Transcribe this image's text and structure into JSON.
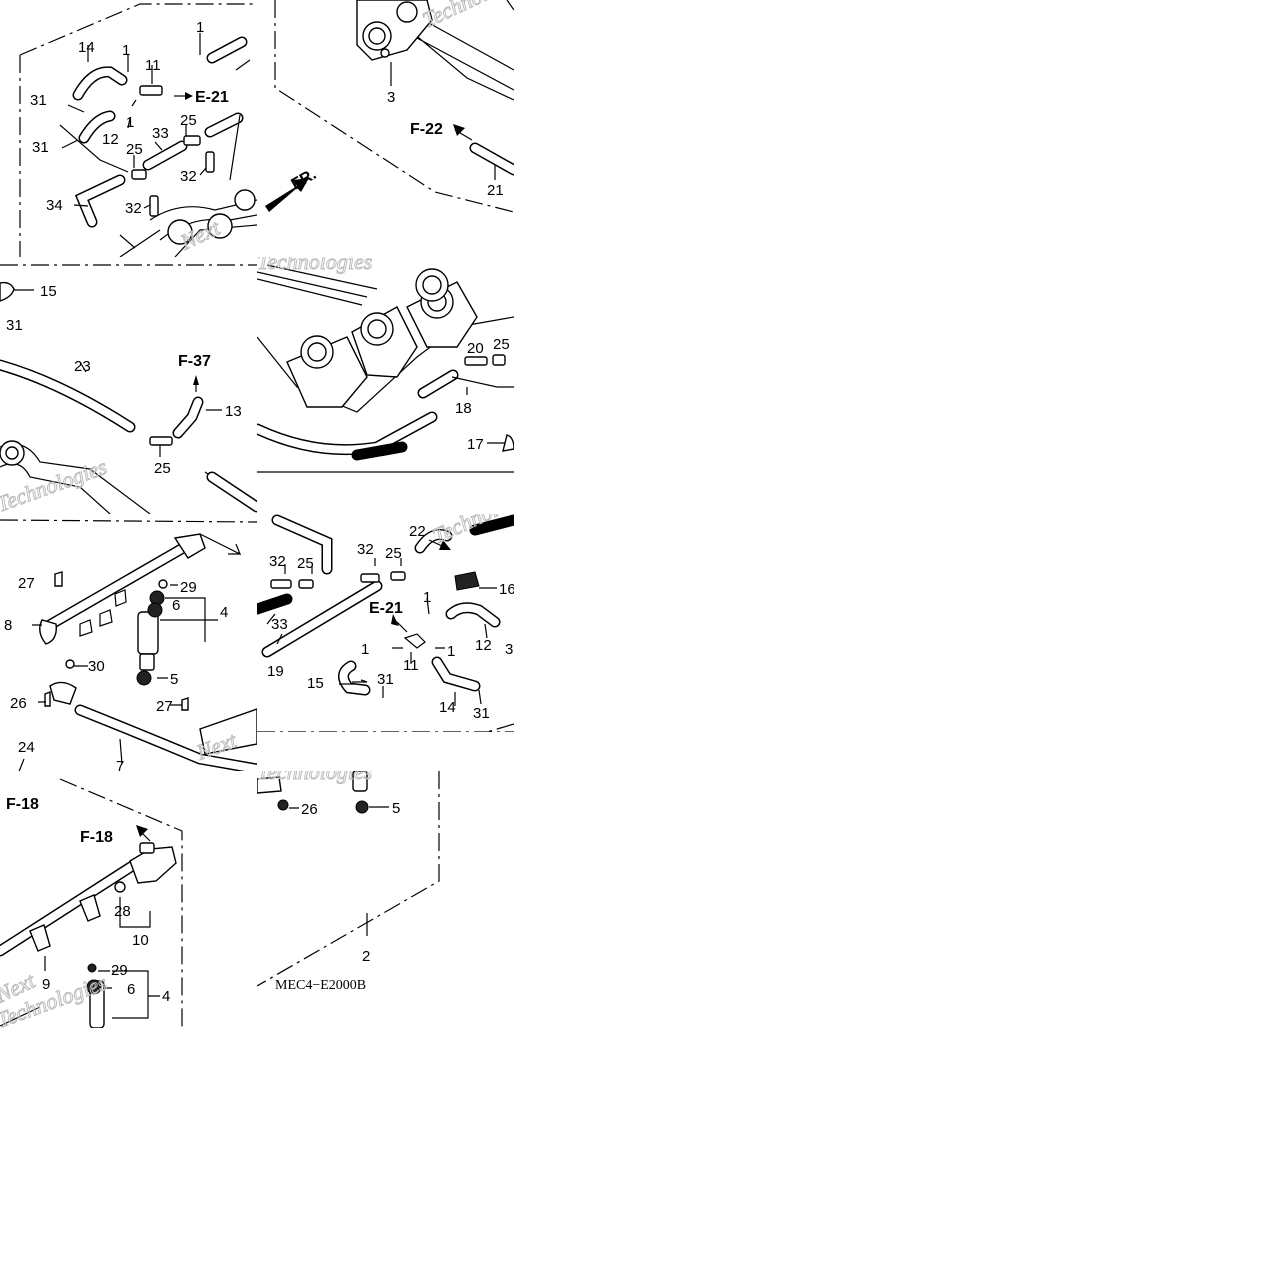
{
  "diagram": {
    "code": "MEC4−E2000B",
    "watermark": [
      "Next",
      "Technologies"
    ],
    "front_label": "FR.",
    "refs": {
      "e21_a": "E-21",
      "e21_b": "E-21",
      "f22": "F-22",
      "f37": "F-37",
      "f18_a": "F-18",
      "f18_b": "F-18"
    },
    "tile1": [
      "14",
      "1",
      "11",
      "1",
      "31",
      "12",
      "1",
      "31",
      "33",
      "25",
      "25",
      "32",
      "34",
      "32"
    ],
    "tile2": [
      "3",
      "21"
    ],
    "tile3": [
      "15",
      "31",
      "23",
      "13",
      "25"
    ],
    "tile4": [
      "20",
      "25",
      "18",
      "17"
    ],
    "tile5": [
      "27",
      "29",
      "6",
      "4",
      "8",
      "30",
      "5",
      "26",
      "27",
      "24",
      "7"
    ],
    "tile6": [
      "32",
      "25",
      "32",
      "25",
      "22",
      "16",
      "33",
      "1",
      "12",
      "3",
      "19",
      "1",
      "11",
      "1",
      "15",
      "31",
      "14",
      "31"
    ],
    "tile7": [
      "28",
      "10",
      "9",
      "29",
      "6",
      "4"
    ],
    "tile8": [
      "26",
      "5",
      "2"
    ]
  }
}
